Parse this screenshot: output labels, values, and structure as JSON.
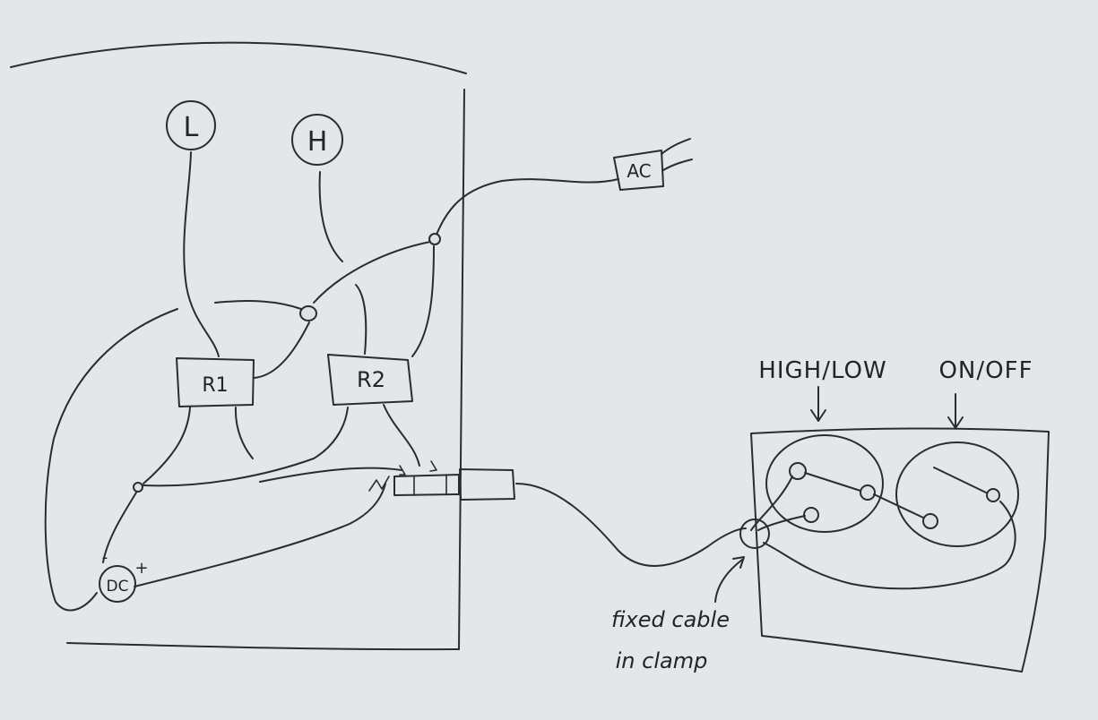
{
  "diagram": {
    "meters": {
      "low": "L",
      "high": "H"
    },
    "relays": {
      "r1": "R1",
      "r2": "R2"
    },
    "power": {
      "ac": "AC",
      "dc": "DC",
      "dc_minus": "-",
      "dc_plus": "+"
    },
    "switch_panel": {
      "high_low": "HIGH/LOW",
      "on_off": "ON/OFF"
    },
    "annotation": {
      "line1": "fixed cable",
      "line2": "in clamp"
    }
  },
  "colors": {
    "paper": "#e4e6ea",
    "ink": "#2a2c30"
  }
}
